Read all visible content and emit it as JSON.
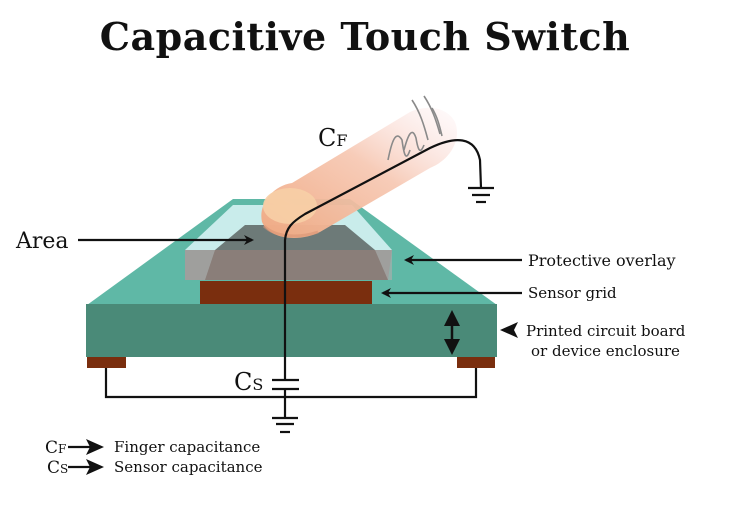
{
  "title": "Capacitive Touch Switch",
  "labels": {
    "cf_main": "C",
    "cf_sub": "F",
    "cs_main": "C",
    "cs_sub": "S",
    "area": "Area",
    "protective_overlay": "Protective overlay",
    "sensor_grid": "Sensor grid",
    "pcb_line1": "Printed circuit board",
    "pcb_line2": "or device enclosure"
  },
  "legend": [
    {
      "symbol_main": "C",
      "symbol_sub": "F",
      "text": "Finger capacitance"
    },
    {
      "symbol_main": "C",
      "symbol_sub": "S",
      "text": "Sensor capacitance"
    }
  ],
  "colors": {
    "pcb_top": "#5fb8a6",
    "pcb_front": "#4a8a78",
    "sensor": "#7a2e0e",
    "overlay_dark": "#6f6f6f",
    "overlay_glass": "#cfeeee",
    "finger": "#f2b48e",
    "wire": "#111111"
  }
}
